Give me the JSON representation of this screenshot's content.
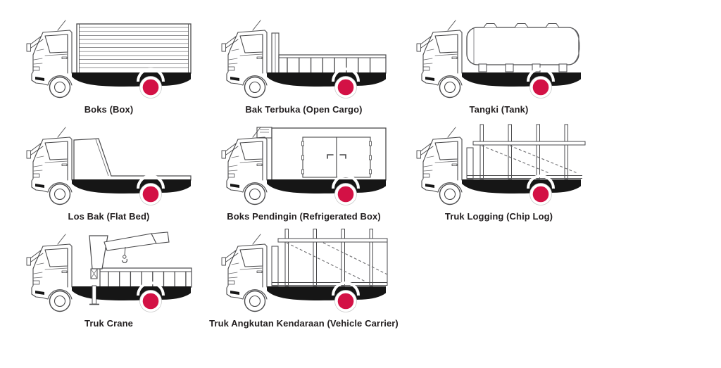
{
  "page": {
    "background": "#ffffff"
  },
  "colors": {
    "line": "#4a4a4c",
    "line_light": "#6d6d70",
    "ink": "#161616",
    "label_text": "#231f20",
    "marker_red": "#d31145",
    "marker_ring": "#ffffff",
    "marker_edge": "#cccccc"
  },
  "marker": {
    "icon": "rear-wheel-red-dot-marker-icon"
  },
  "trucks": {
    "items": [
      {
        "type": "box",
        "label": "Boks (Box)"
      },
      {
        "type": "open-cargo",
        "label": "Bak Terbuka (Open Cargo)"
      },
      {
        "type": "tank",
        "label": "Tangki (Tank)"
      },
      {
        "type": "flat-bed",
        "label": "Los Bak (Flat Bed)"
      },
      {
        "type": "refrigerated-box",
        "label": "Boks Pendingin (Refrigerated Box)"
      },
      {
        "type": "logging",
        "label": "Truk Logging (Chip Log)"
      },
      {
        "type": "crane",
        "label": "Truk Crane"
      },
      {
        "type": "vehicle-carrier",
        "label": "Truk Angkutan Kendaraan (Vehicle Carrier)"
      }
    ]
  }
}
